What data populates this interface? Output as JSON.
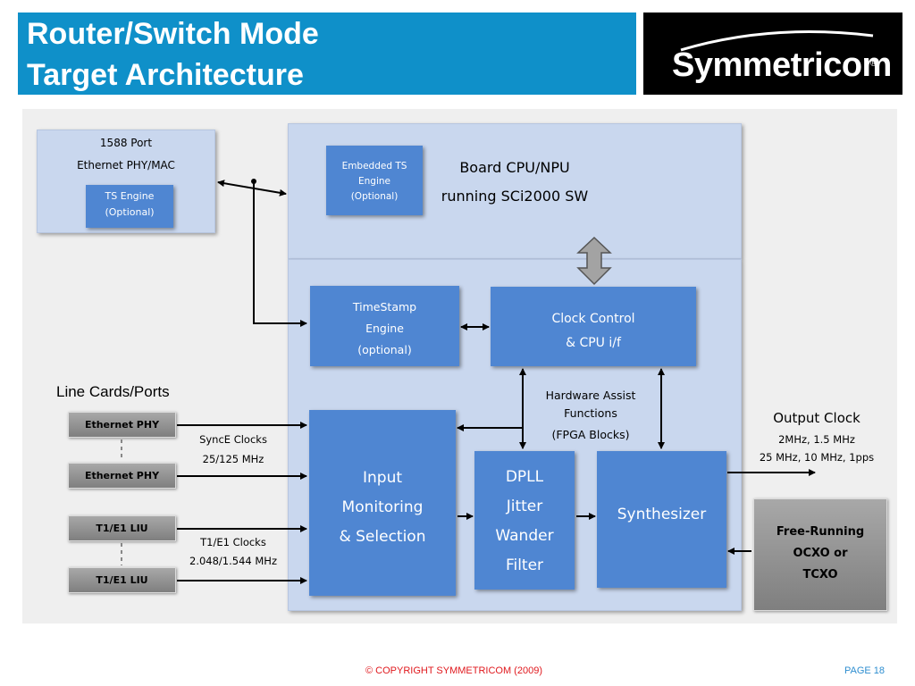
{
  "title": {
    "line1": "Router/Switch Mode",
    "line2": "Target Architecture"
  },
  "logo": {
    "text": "Symmetricom",
    "mark": "®"
  },
  "port_1588": {
    "line1": "1588 Port",
    "line2": "Ethernet  PHY/MAC",
    "ts_engine_line1": "TS Engine",
    "ts_engine_line2": "(Optional)"
  },
  "board_cpu": {
    "embedded_ts": [
      "Embedded TS",
      "Engine",
      "(Optional)"
    ],
    "line1": "Board CPU/NPU",
    "line2": "running SCi2000 SW"
  },
  "timestamp_engine": [
    "TimeStamp",
    "Engine",
    "(optional)"
  ],
  "clock_control": [
    "Clock Control",
    "& CPU i/f"
  ],
  "line_cards": {
    "heading": "Line Cards/Ports",
    "eth1": "Ethernet  PHY",
    "eth2": "Ethernet PHY",
    "t1": "T1/E1 LIU",
    "t2": "T1/E1 LIU"
  },
  "synce": {
    "line1": "SyncE Clocks",
    "line2": "25/125 MHz"
  },
  "t1e1_clocks": {
    "line1": "T1/E1 Clocks",
    "line2": "2.048/1.544 MHz"
  },
  "hw_assist": [
    "Hardware Assist",
    "Functions",
    "(FPGA Blocks)"
  ],
  "input_monitoring": [
    "Input",
    "Monitoring",
    "& Selection"
  ],
  "dpll": [
    "DPLL",
    "Jitter",
    "Wander",
    "Filter"
  ],
  "synthesizer": "Synthesizer",
  "output_clock": {
    "heading": "Output Clock",
    "line1": "2MHz, 1.5 MHz",
    "line2": "25 MHz, 10 MHz, 1pps"
  },
  "free_running": [
    "Free-Running",
    "OCXO or",
    "TCXO"
  ],
  "footer": {
    "copyright": "© COPYRIGHT SYMMETRICOM (2009)",
    "page": "PAGE 18"
  },
  "colors": {
    "title_bar": "#0f90c9",
    "block_blue": "#4f86d2",
    "light_blue": "#c9d7ee",
    "footer_red": "#e0181d"
  }
}
